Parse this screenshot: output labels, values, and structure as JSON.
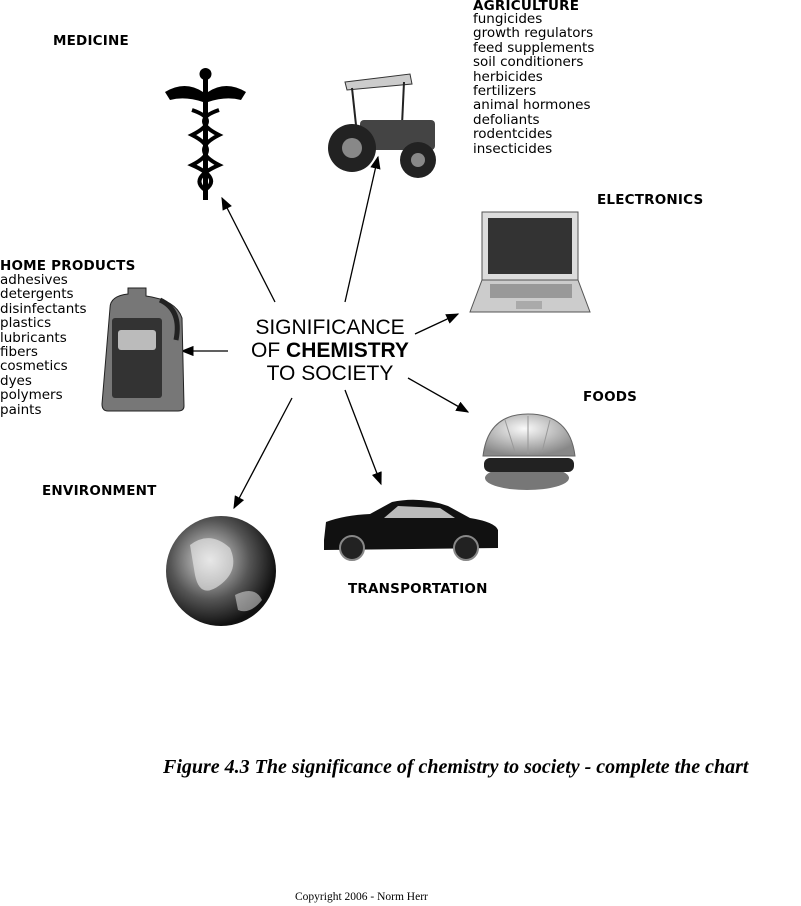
{
  "center": {
    "line1": "SIGNIFICANCE",
    "line2a": "OF ",
    "line2b": "CHEMISTRY",
    "line3": "TO SOCIETY"
  },
  "categories": {
    "medicine": {
      "title": "MEDICINE"
    },
    "agriculture": {
      "title": "AGRICULTURE",
      "items": [
        "fungicides",
        "growth regulators",
        "feed supplements",
        "soil conditioners",
        "herbicides",
        "fertilizers",
        "animal hormones",
        "defoliants",
        "rodentcides",
        "insecticides"
      ]
    },
    "electronics": {
      "title": "ELECTRONICS"
    },
    "home_products": {
      "title": "HOME PRODUCTS",
      "items": [
        "adhesives",
        "detergents",
        "disinfectants",
        "plastics",
        "lubricants",
        "fibers",
        "cosmetics",
        "dyes",
        "polymers",
        "paints"
      ]
    },
    "foods": {
      "title": "FOODS"
    },
    "environment": {
      "title": "ENVIRONMENT"
    },
    "transportation": {
      "title": "TRANSPORTATION"
    }
  },
  "caption": "Figure 4.3  The significance of chemistry to society - complete the chart",
  "copyright": "Copyright 2006  - Norm Herr"
}
